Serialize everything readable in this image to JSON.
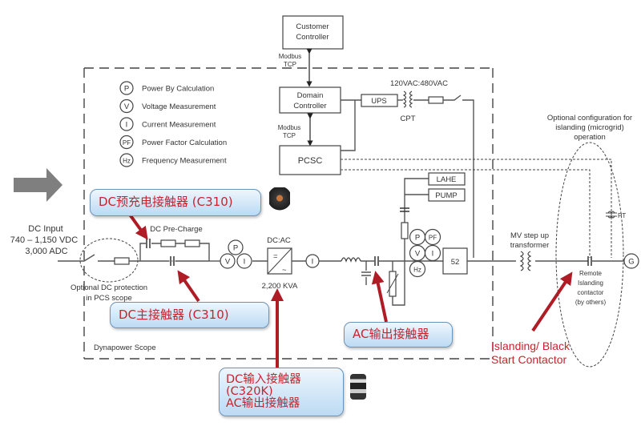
{
  "diagram": {
    "customer_controller": [
      "Customer",
      "Controller"
    ],
    "modbus_top": [
      "Modbus",
      "TCP"
    ],
    "modbus_mid": [
      "Modbus",
      "TCP"
    ],
    "domain_controller": [
      "Domain",
      "Controller"
    ],
    "pcsc": "PCSC",
    "ups": "UPS",
    "cpt_voltage": "120VAC:480VAC",
    "cpt": "CPT",
    "lahe": "LAHE",
    "pump": "PUMP",
    "breaker_52": "52",
    "dc_input": [
      "DC Input",
      "740 – 1,150 VDC",
      "3,000 ADC"
    ],
    "dc_precharge": "DC Pre-Charge",
    "optional_dc_protection": [
      "Optional DC protection",
      "in PCS scope"
    ],
    "dcac": "DC:AC",
    "dcac_rating": "2,200 KVA",
    "dynapower_scope": "Dynapower Scope",
    "mv_transformer": [
      "MV step up",
      "transformer"
    ],
    "optional_islanding": [
      "Optional configuration for",
      "islanding (microgrid)",
      "operation"
    ],
    "remote_islanding": [
      "Remote",
      "Islanding",
      "contactor",
      "(by others)"
    ],
    "pt": "PT",
    "grid": "G",
    "converter_symbols": {
      "dc": "=",
      "ac": "~"
    }
  },
  "legend": [
    {
      "symbol": "P",
      "label": "Power By Calculation"
    },
    {
      "symbol": "V",
      "label": "Voltage Measurement"
    },
    {
      "symbol": "I",
      "label": "Current Measurement"
    },
    {
      "symbol": "PF",
      "label": "Power Factor Calculation"
    },
    {
      "symbol": "Hz",
      "label": "Frequency Measurement"
    }
  ],
  "meters": {
    "dc_side": [
      "P",
      "V",
      "I"
    ],
    "after_converter": "I",
    "ac_side": [
      "P",
      "PF",
      "V",
      "I",
      "Hz"
    ]
  },
  "callouts": {
    "dc_precharge_contactor": "DC预充电接触器 (C310)",
    "dc_main_contactor": "DC主接触器 (C310)",
    "ac_output_contactor": "AC输出接触器",
    "dc_input_ac_output": [
      "DC输入接触器",
      "(C320K)",
      "AC输出接触器"
    ]
  },
  "notes": {
    "islanding_black_start": [
      "Islanding/  Black",
      "Start Contactor"
    ]
  },
  "colors": {
    "callout_text": "#c7242e",
    "arrow": "#b01c26",
    "callout_bg": "#cfe4f7",
    "big_arrow": "#7f7f7f"
  }
}
